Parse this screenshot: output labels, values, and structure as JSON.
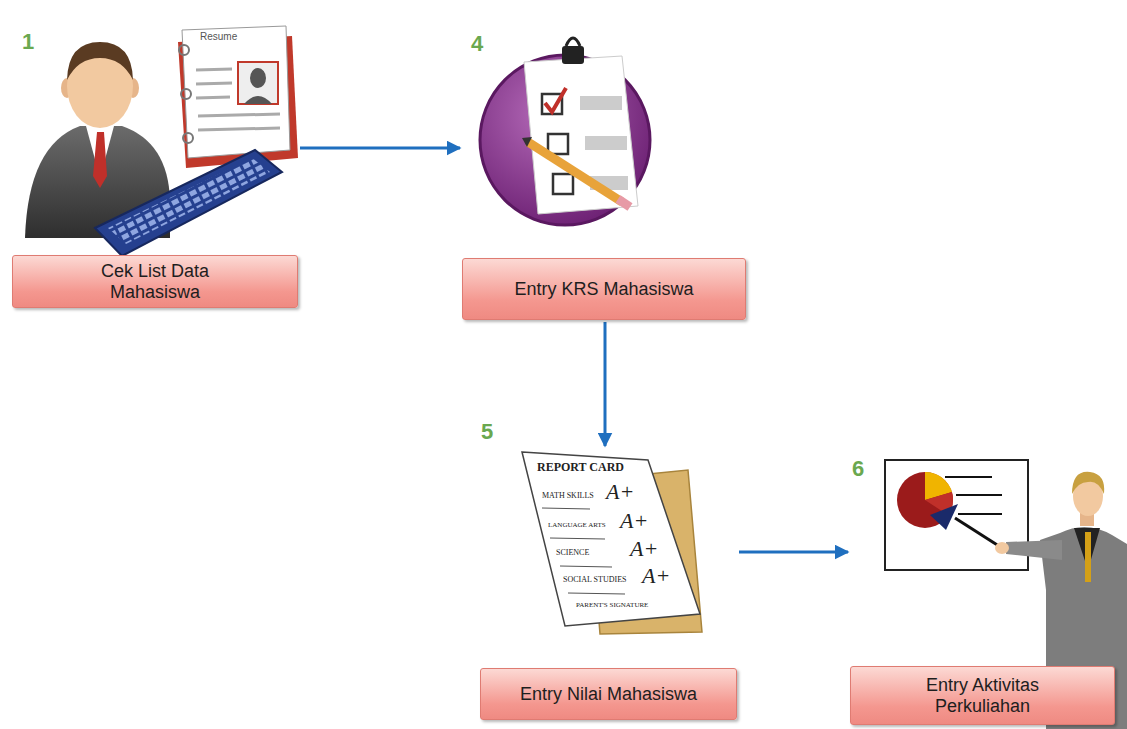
{
  "diagram": {
    "nodes": [
      {
        "text": [
          "Cek List Data Mahasiswa"
        ]
      },
      {
        "text": [
          "Entry KRS Mahasiswa"
        ]
      },
      {
        "text": [
          "Entry Nilai Mahasiswa"
        ]
      },
      {
        "text": [
          "Entry Aktivitas Perkuliahan"
        ]
      }
    ],
    "edges": [
      {
        "from": 0,
        "to": 1,
        "arrow": "to"
      },
      {
        "from": 1,
        "to": 2,
        "arrow": "to"
      },
      {
        "from": 2,
        "to": 3,
        "arrow": "to"
      }
    ],
    "labels": [
      "1",
      "Resume",
      "4",
      "5",
      "REPORT CARD",
      "MATH SKILLS",
      "A+",
      "LANGUAGE ARTS",
      "A+",
      "SCIENCE",
      "A+",
      "SOCIAL STUDIES",
      "A+",
      "PARENT'S SIGNATURE",
      "6"
    ]
  }
}
